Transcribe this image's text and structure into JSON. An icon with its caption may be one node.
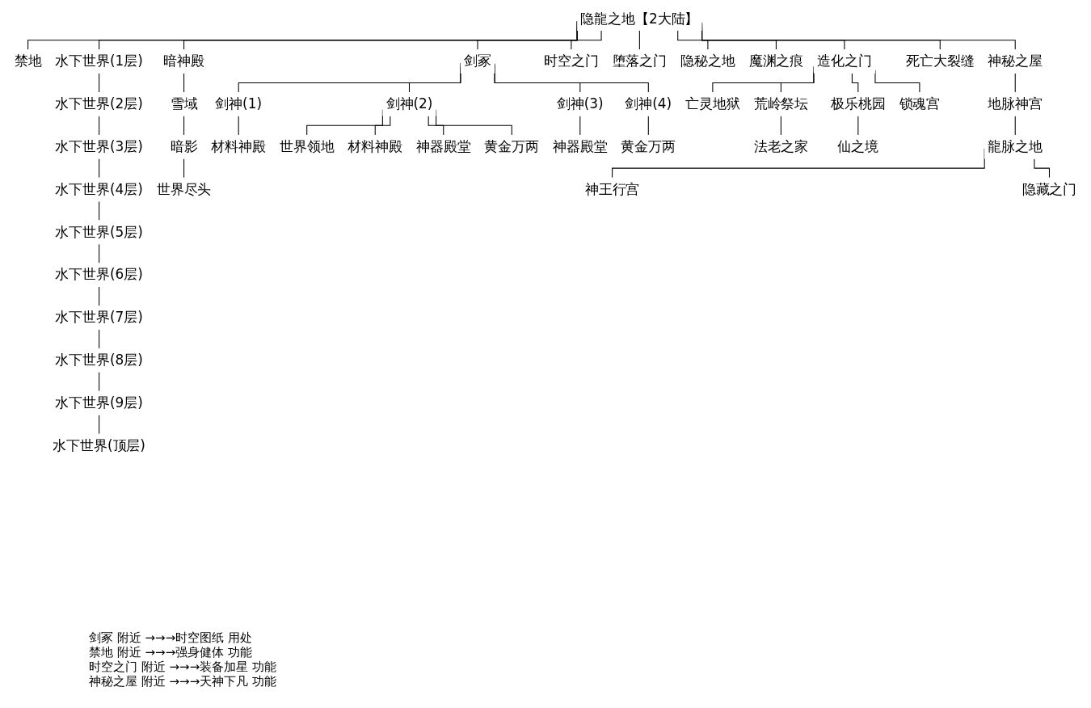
{
  "diagram": {
    "nodes": [
      {
        "text": [
          "隐龍之地【2大陆】"
        ]
      },
      {
        "text": [
          "禁地"
        ]
      },
      {
        "text": [
          "水下世界(1层)"
        ]
      },
      {
        "text": [
          "水下世界(2层)"
        ]
      },
      {
        "text": [
          "水下世界(3层)"
        ]
      },
      {
        "text": [
          "水下世界(4层)"
        ]
      },
      {
        "text": [
          "水下世界(5层)"
        ]
      },
      {
        "text": [
          "水下世界(6层)"
        ]
      },
      {
        "text": [
          "水下世界(7层)"
        ]
      },
      {
        "text": [
          "水下世界(8层)"
        ]
      },
      {
        "text": [
          "水下世界(9层)"
        ]
      },
      {
        "text": [
          "水下世界(顶层)"
        ]
      },
      {
        "text": [
          "暗神殿"
        ]
      },
      {
        "text": [
          "雪域"
        ]
      },
      {
        "text": [
          "暗影"
        ]
      },
      {
        "text": [
          "世界尽头"
        ]
      },
      {
        "text": [
          "剑冢"
        ]
      },
      {
        "text": [
          "剑神(1)"
        ]
      },
      {
        "text": [
          "材料神殿"
        ]
      },
      {
        "text": [
          "剑神(2)"
        ]
      },
      {
        "text": [
          "世界领地"
        ]
      },
      {
        "text": [
          "材料神殿"
        ]
      },
      {
        "text": [
          "神器殿堂"
        ]
      },
      {
        "text": [
          "黄金万两"
        ]
      },
      {
        "text": [
          "剑神(3)"
        ]
      },
      {
        "text": [
          "神器殿堂"
        ]
      },
      {
        "text": [
          "剑神(4)"
        ]
      },
      {
        "text": [
          "黄金万两"
        ]
      },
      {
        "text": [
          "时空之门"
        ]
      },
      {
        "text": [
          "堕落之门"
        ]
      },
      {
        "text": [
          "隐秘之地"
        ]
      },
      {
        "text": [
          "魔渊之痕"
        ]
      },
      {
        "text": [
          "造化之门"
        ]
      },
      {
        "text": [
          "亡灵地狱"
        ]
      },
      {
        "text": [
          "荒岭祭坛"
        ]
      },
      {
        "text": [
          "法老之家"
        ]
      },
      {
        "text": [
          "极乐桃园"
        ]
      },
      {
        "text": [
          "仙之境"
        ]
      },
      {
        "text": [
          "锁魂宫"
        ]
      },
      {
        "text": [
          "死亡大裂缝"
        ]
      },
      {
        "text": [
          "神秘之屋"
        ]
      },
      {
        "text": [
          "地脉神宫"
        ]
      },
      {
        "text": [
          "龍脉之地"
        ]
      },
      {
        "text": [
          "神王行宫"
        ]
      },
      {
        "text": [
          "隐藏之门"
        ]
      }
    ],
    "edges": [
      {
        "from": 0,
        "to": 1,
        "arrow": "none"
      },
      {
        "from": 0,
        "to": 2,
        "arrow": "none"
      },
      {
        "from": 2,
        "to": 3,
        "arrow": "none"
      },
      {
        "from": 3,
        "to": 4,
        "arrow": "none"
      },
      {
        "from": 4,
        "to": 5,
        "arrow": "none"
      },
      {
        "from": 5,
        "to": 6,
        "arrow": "none"
      },
      {
        "from": 6,
        "to": 7,
        "arrow": "none"
      },
      {
        "from": 7,
        "to": 8,
        "arrow": "none"
      },
      {
        "from": 8,
        "to": 9,
        "arrow": "none"
      },
      {
        "from": 9,
        "to": 10,
        "arrow": "none"
      },
      {
        "from": 10,
        "to": 11,
        "arrow": "none"
      },
      {
        "from": 0,
        "to": 12,
        "arrow": "none"
      },
      {
        "from": 12,
        "to": 13,
        "arrow": "none"
      },
      {
        "from": 13,
        "to": 14,
        "arrow": "none"
      },
      {
        "from": 14,
        "to": 15,
        "arrow": "none"
      },
      {
        "from": 0,
        "to": 16,
        "arrow": "none"
      },
      {
        "from": 16,
        "to": 17,
        "arrow": "none"
      },
      {
        "from": 17,
        "to": 18,
        "arrow": "none"
      },
      {
        "from": 16,
        "to": 19,
        "arrow": "none"
      },
      {
        "from": 19,
        "to": 20,
        "arrow": "none"
      },
      {
        "from": 19,
        "to": 21,
        "arrow": "none"
      },
      {
        "from": 19,
        "to": 22,
        "arrow": "none"
      },
      {
        "from": 19,
        "to": 23,
        "arrow": "none"
      },
      {
        "from": 16,
        "to": 24,
        "arrow": "none"
      },
      {
        "from": 24,
        "to": 25,
        "arrow": "none"
      },
      {
        "from": 16,
        "to": 26,
        "arrow": "none"
      },
      {
        "from": 26,
        "to": 27,
        "arrow": "none"
      },
      {
        "from": 0,
        "to": 28,
        "arrow": "none"
      },
      {
        "from": 0,
        "to": 29,
        "arrow": "none"
      },
      {
        "from": 0,
        "to": 30,
        "arrow": "none"
      },
      {
        "from": 0,
        "to": 31,
        "arrow": "none"
      },
      {
        "from": 0,
        "to": 32,
        "arrow": "none"
      },
      {
        "from": 32,
        "to": 33,
        "arrow": "none"
      },
      {
        "from": 32,
        "to": 34,
        "arrow": "none"
      },
      {
        "from": 34,
        "to": 35,
        "arrow": "none"
      },
      {
        "from": 32,
        "to": 36,
        "arrow": "none"
      },
      {
        "from": 36,
        "to": 37,
        "arrow": "none"
      },
      {
        "from": 32,
        "to": 38,
        "arrow": "none"
      },
      {
        "from": 0,
        "to": 39,
        "arrow": "none"
      },
      {
        "from": 0,
        "to": 40,
        "arrow": "none"
      },
      {
        "from": 40,
        "to": 41,
        "arrow": "none"
      },
      {
        "from": 41,
        "to": 42,
        "arrow": "none"
      },
      {
        "from": 42,
        "to": 43,
        "arrow": "none"
      },
      {
        "from": 42,
        "to": 44,
        "arrow": "none"
      }
    ],
    "labels": [
      "剑冢 附近 →→→时空图纸 用处",
      "禁地 附近 →→→强身健体 功能",
      "时空之门 附近 →→→装备加星 功能",
      "神秘之屋 附近 →→→天神下凡 功能"
    ]
  }
}
